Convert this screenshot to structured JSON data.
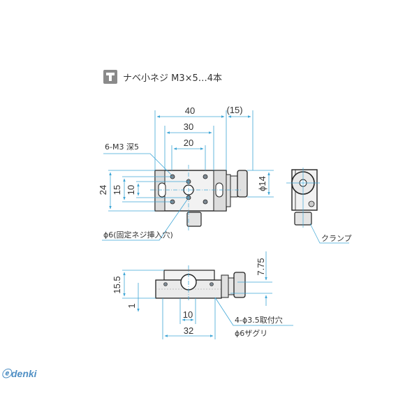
{
  "header": {
    "icon": "screw-icon",
    "caption": "ナベ小ネジ M3×5…4本"
  },
  "top_view": {
    "dims": {
      "width_40": "40",
      "width_30": "30",
      "width_20": "20",
      "knob_15": "(15)",
      "height_24": "24",
      "height_15": "15",
      "height_10": "10",
      "knob_dia": "ϕ14"
    },
    "callouts": {
      "tapped_holes": "6-M3 深5",
      "fixing_hole": "ϕ6(固定ネジ挿入穴)"
    }
  },
  "side_view": {
    "callouts": {
      "clamp": "クランプ"
    }
  },
  "front_view": {
    "dims": {
      "height_15_5": "15.5",
      "offset_1": "1",
      "knob_7_75": "7.75",
      "pitch_10": "10",
      "pitch_32": "32"
    },
    "callouts": {
      "mount_holes": "4-ϕ3.5取付穴",
      "counterbore": "ϕ6ザグリ"
    }
  },
  "watermark": {
    "logo": "ⓔdenki"
  },
  "colors": {
    "dimension_line": "#3fa6d6",
    "outline": "#222222",
    "body_fill": "#e6e6e6",
    "logo": "#4f8fc4"
  }
}
